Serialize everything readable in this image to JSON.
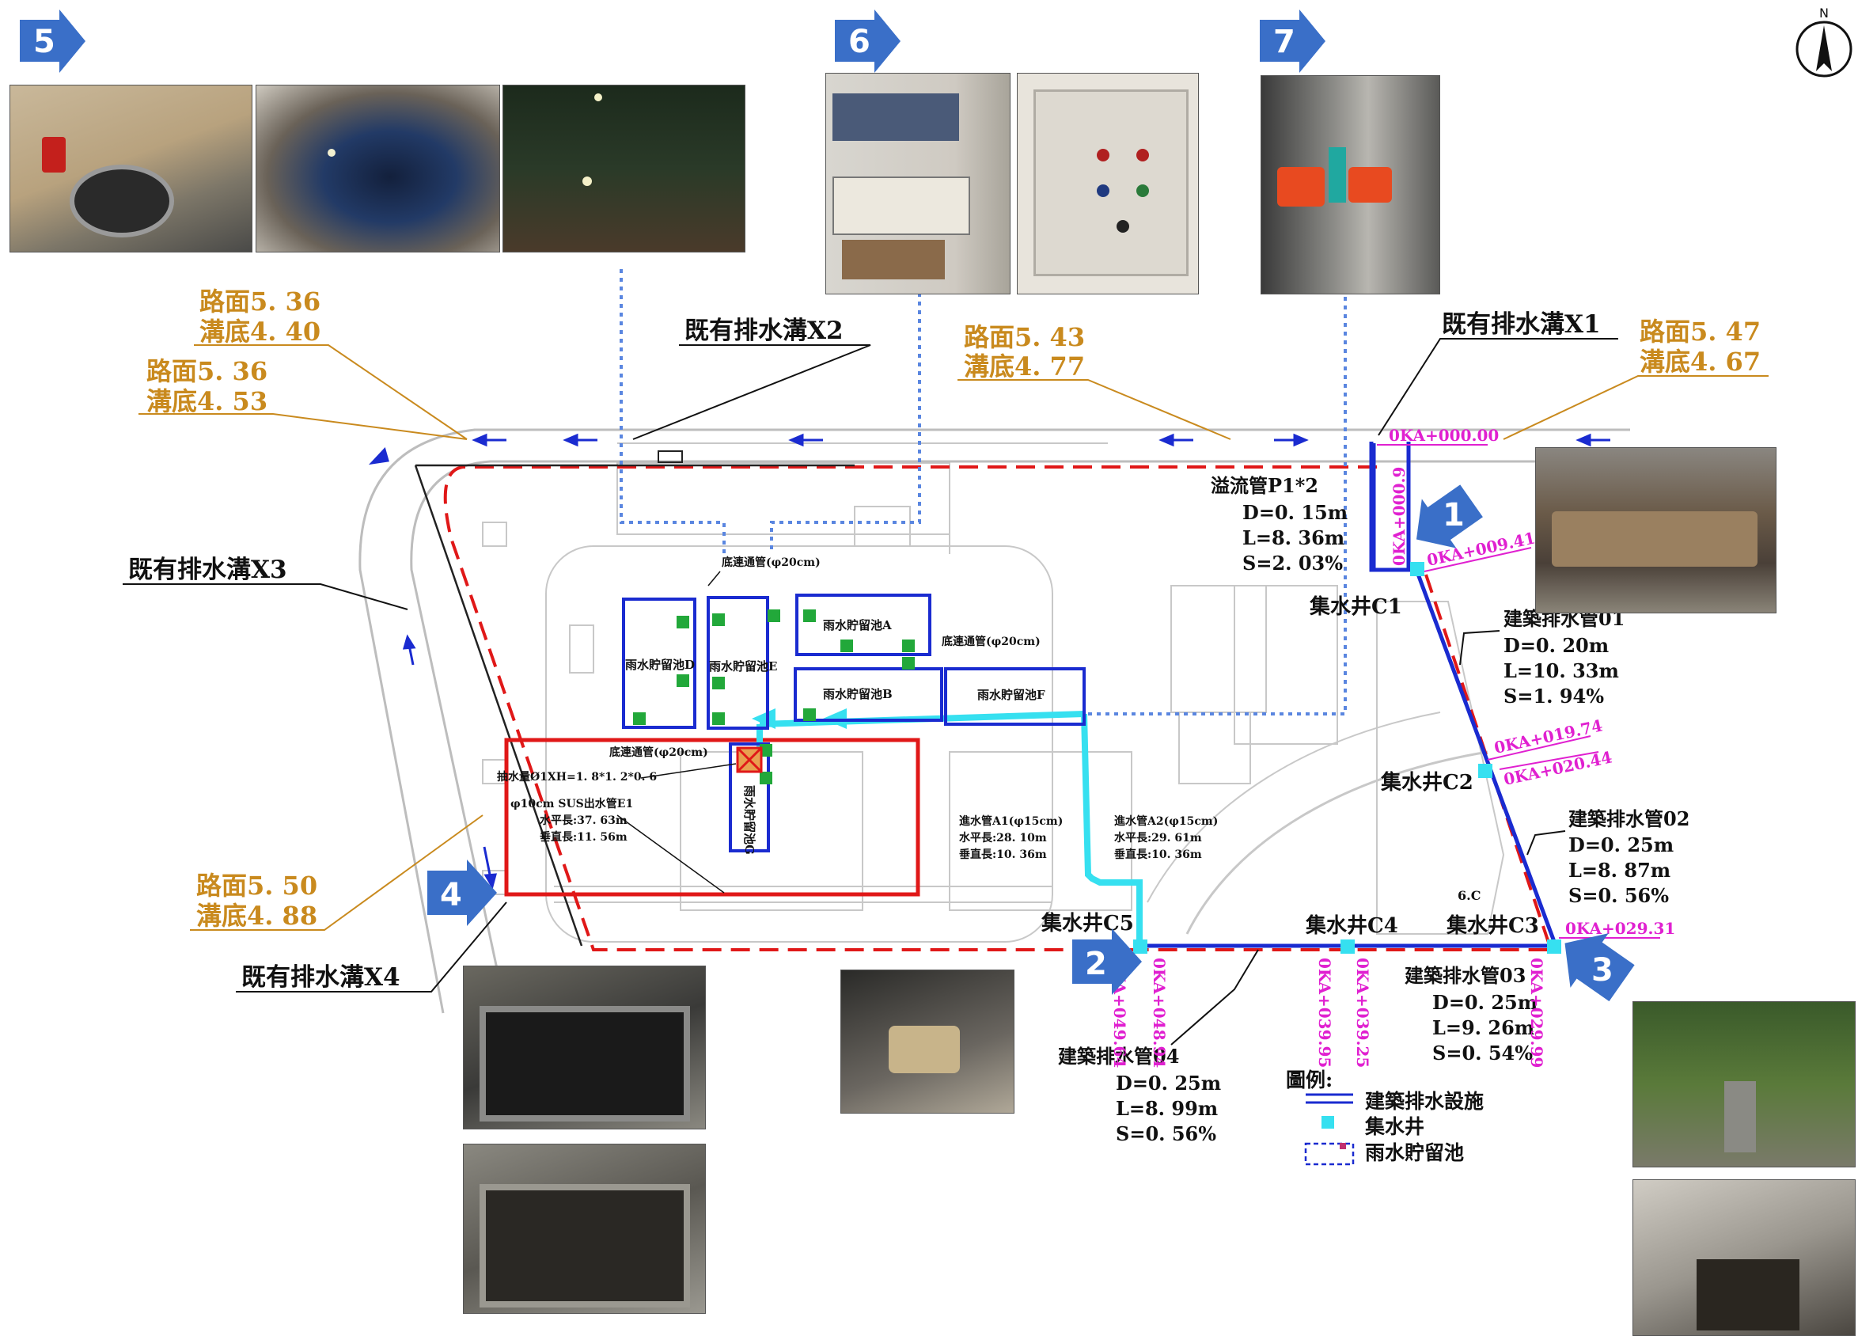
{
  "colors": {
    "orange": "#c98a1e",
    "magenta": "#e020d0",
    "blue": "#1a2bd0",
    "cyan": "#36e0f0",
    "red": "#e01818",
    "dotted": "#5a86e0",
    "badge": "#3a6fc8",
    "green": "#22a83a"
  },
  "icons": {
    "north": "north-arrow-icon",
    "flow": "flow-arrow-icon"
  },
  "north_label": "N",
  "badges": [
    "5",
    "6",
    "7",
    "1",
    "2",
    "3",
    "4"
  ],
  "levels": [
    {
      "surface": "路面5. 36",
      "bottom": "溝底4. 40"
    },
    {
      "surface": "路面5. 36",
      "bottom": "溝底4. 53"
    },
    {
      "surface": "路面5. 43",
      "bottom": "溝底4. 77"
    },
    {
      "surface": "路面5. 47",
      "bottom": "溝底4. 67"
    },
    {
      "surface": "路面5. 50",
      "bottom": "溝底4. 88"
    }
  ],
  "ditches": {
    "x1": "既有排水溝X1",
    "x2": "既有排水溝X2",
    "x3": "既有排水溝X3",
    "x4": "既有排水溝X4"
  },
  "wells": {
    "c1": "集水井C1",
    "c2": "集水井C2",
    "c3": "集水井C3",
    "c4": "集水井C4",
    "c5": "集水井C5",
    "c6": "6.C"
  },
  "pipes": {
    "p1": {
      "title": "溢流管P1*2",
      "d": "D=0. 15m",
      "l": "L=8. 36m",
      "s": "S=2. 03%"
    },
    "p01": {
      "title": "建築排水管01",
      "d": "D=0. 20m",
      "l": "L=10. 33m",
      "s": "S=1. 94%"
    },
    "p02": {
      "title": "建築排水管02",
      "d": "D=0. 25m",
      "l": "L=8. 87m",
      "s": "S=0. 56%"
    },
    "p03": {
      "title": "建築排水管03",
      "d": "D=0. 25m",
      "l": "L=9. 26m",
      "s": "S=0. 54%"
    },
    "p04": {
      "title": "建築排水管04",
      "d": "D=0. 25m",
      "l": "L=8. 99m",
      "s": "S=0. 56%"
    }
  },
  "stations": {
    "s0": "0KA+000.00",
    "s1": "0KA+000.9",
    "s2": "0KA+009.41",
    "s3": "0KA+019.74",
    "s4": "0KA+020.44",
    "s5": "0KA+029.31",
    "s6": "0KA+029.99",
    "s7": "0KA+039.25",
    "s8": "0KA+039.95",
    "s9": "0KA+048.94",
    "s10": "0KA+049.64"
  },
  "tanks": {
    "a": "雨水貯留池A",
    "b": "雨水貯留池B",
    "f": "雨水貯留池F",
    "d": "雨水貯留池D",
    "e": "雨水貯留池E",
    "g": "雨水貯留池G"
  },
  "small_labels": {
    "conn1": "底連通管(φ20cm)",
    "conn2": "底連通管(φ20cm)",
    "conn3": "底連通管(φ20cm)",
    "pump": "抽水量Ø1XH=1. 8*1. 2*0. 6",
    "sus_title": "φ10cm SUS出水管E1",
    "sus_h": "水平長:37. 63m",
    "sus_v": "垂直長:11. 56m",
    "a1_title": "進水管A1(φ15cm)",
    "a1_h": "水平長:28. 10m",
    "a1_v": "垂直長:10. 36m",
    "a2_title": "進水管A2(φ15cm)",
    "a2_h": "水平長:29. 61m",
    "a2_v": "垂直長:10. 36m"
  },
  "legend": {
    "title": "圖例:",
    "items": [
      "建築排水設施",
      "集水井",
      "雨水貯留池"
    ]
  }
}
